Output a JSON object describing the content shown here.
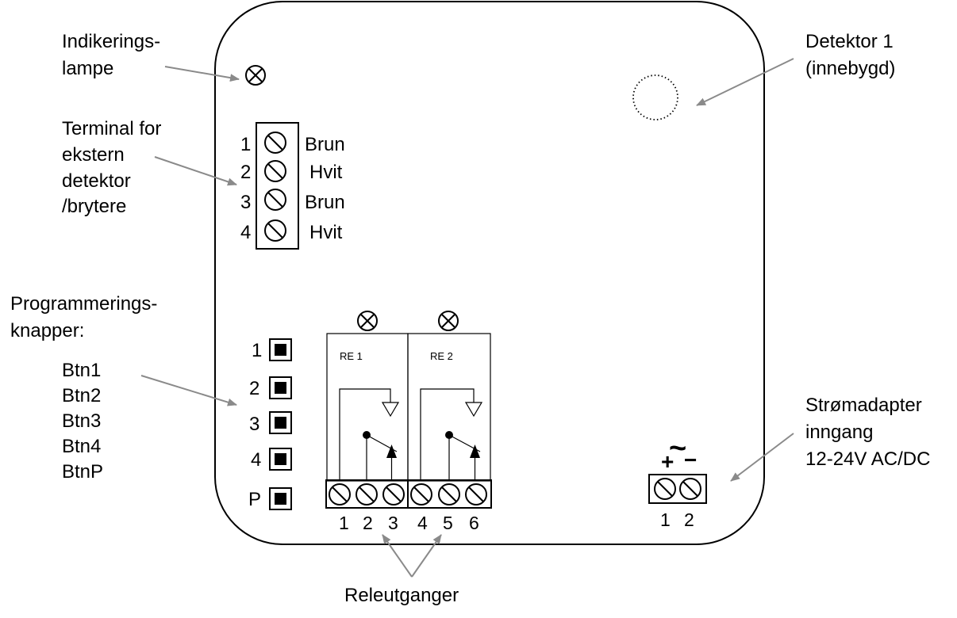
{
  "labels": {
    "indicator_lamp": [
      "Indikerings-",
      "lampe"
    ],
    "detector1": [
      "Detektor 1",
      "(innebygd)"
    ],
    "terminal": [
      "Terminal for",
      "ekstern",
      "detektor",
      "/brytere"
    ],
    "programming_buttons": [
      "Programmerings-",
      "knapper:"
    ],
    "button_list": [
      "Btn1",
      "Btn2",
      "Btn3",
      "Btn4",
      "BtnP"
    ],
    "power": [
      "Strømadapter",
      "inngang",
      "12-24V AC/DC"
    ],
    "relay_outputs": "Releutganger"
  },
  "terminal_block": {
    "numbers": [
      "1",
      "2",
      "3",
      "4"
    ],
    "wires": [
      "Brun",
      "Hvit",
      "Brun",
      "Hvit"
    ]
  },
  "buttons": {
    "numbers": [
      "1",
      "2",
      "3",
      "4",
      "P"
    ]
  },
  "relays": [
    {
      "label": "RE 1"
    },
    {
      "label": "RE 2"
    }
  ],
  "relay_terminal_numbers": [
    "1",
    "2",
    "3",
    "4",
    "5",
    "6"
  ],
  "power_terminal": {
    "ac_symbol": "~",
    "plus": "+",
    "minus": "−",
    "numbers": [
      "1",
      "2"
    ]
  }
}
